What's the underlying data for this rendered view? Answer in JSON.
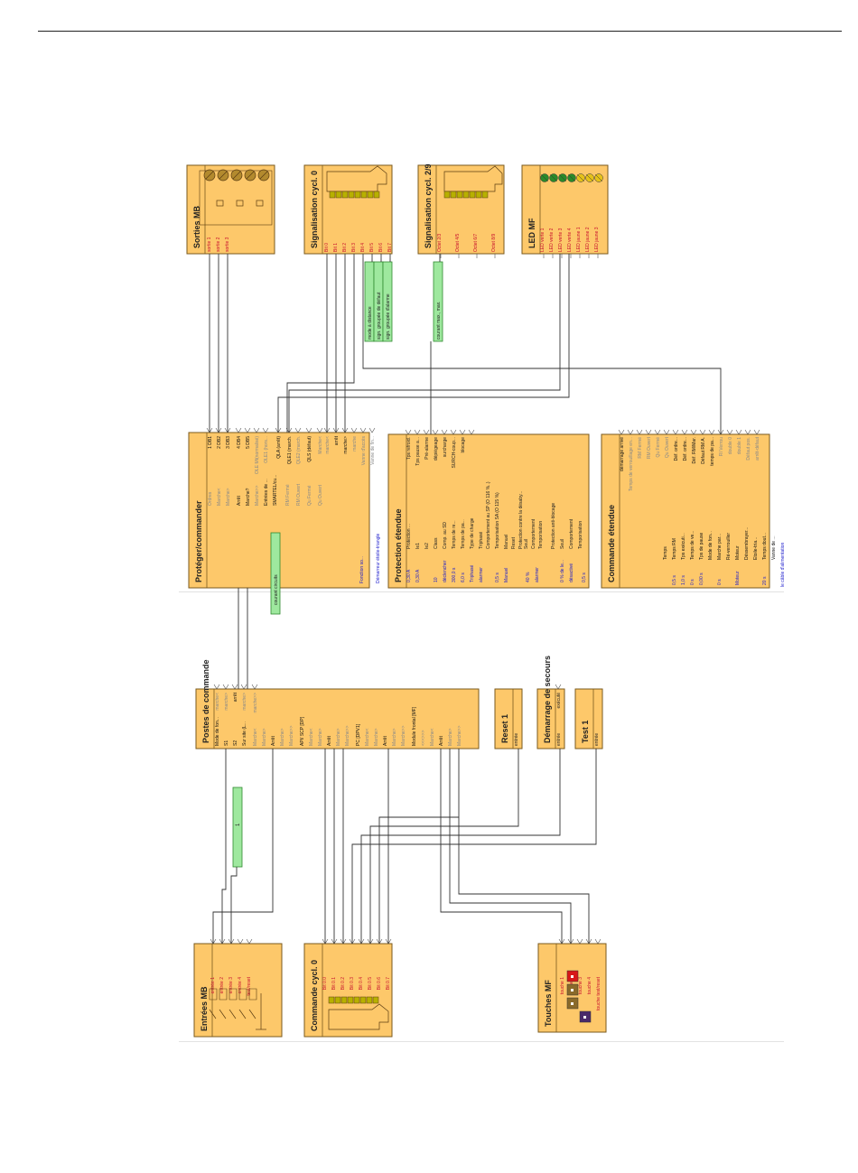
{
  "blocks": {
    "sorties_mb": {
      "title": "Sorties MB",
      "pins": [
        "sortie 1",
        "sortie 2",
        "sortie 3"
      ]
    },
    "sign_cycl0": {
      "title": "Signalisation cycl. 0",
      "pins": [
        "Bit 0",
        "Bit 1",
        "Bit 2",
        "Bit 3",
        "Bit 4",
        "Bit 5",
        "Bit 6",
        "Bit 7"
      ]
    },
    "sign_cycl29": {
      "title": "Signalisation cycl. 2/9",
      "pins": [
        "Octet 2/3",
        "Octet 4/5",
        "Octet 6/7",
        "Octet 8/9"
      ]
    },
    "led_mf": {
      "title": "LED MF",
      "pins": [
        "LED verte 1",
        "LED verte 2",
        "LED verte 3",
        "LED verte 4",
        "LED jaune 1",
        "LED jaune 2",
        "LED jaune 3"
      ]
    },
    "proteger": {
      "title": "Protéger/commander",
      "left_pins": [
        "Ordres",
        "Marche<",
        "Marche>",
        "Arrêt",
        "Marche?",
        "Marche>>",
        "Entrées de ...",
        "SMARTEL/cu...",
        "RM Fermé",
        "RM Ouvert",
        "Qu Fermé",
        "Qu Ouvert",
        "Fonction so...",
        "Démarreur étoile-triangle"
      ],
      "right_pins": [
        "1 DB1",
        "2 DB2",
        "3 DB3",
        "4 DB4",
        "5 DB5",
        "OLE Mt(normalisé)",
        "OLE1 (hors...",
        "QLA (arrêt)",
        "QLE1 (march.",
        "QLE2 (march.",
        "QLS (défaut)",
        "Marche<",
        "marche<",
        "arrêt",
        "marche>",
        "marche",
        "Vanne d'accès",
        "Vanne de fin..."
      ]
    },
    "protection": {
      "title": "Protection étendue",
      "left_pins": [
        "Protection ...",
        "Ie1",
        "Ie2",
        "Class",
        "Comp. au SD",
        "Temps de re...",
        "Temps de pa...",
        "Type de charge",
        "Triphasé",
        "Comportement au SP (O 116 %..)",
        "Temporisation SA (O 115 %)",
        "Manuel",
        "Reset",
        "Protection contre la désaby...",
        "Seuil",
        "Comportement",
        "Temporisation",
        "Protection anti-blocage",
        "Seuil",
        "Comportement",
        "Temporisation"
      ],
      "left_values": [
        "0,30 A",
        "0,30 A",
        "10",
        "déclencher",
        "300,0 s",
        "6,0 s",
        "Triphasé",
        "alarmer",
        "0,5 s",
        "Manuel",
        "40 %",
        "alarmer",
        "0 % de le...",
        "désactivé",
        "0,5 s"
      ],
      "right_pins": [
        "Tps refroid.",
        "Tps pause a...",
        "Pré-alarme",
        "dépiégeage",
        "surcharge",
        "SURCH-coup...",
        "blocage"
      ]
    },
    "commande_etendue": {
      "title": "Commande étendue",
      "right_pins": [
        "démarrage arrivé",
        "Temps de verrouillage en...",
        "RM Fermé",
        "RM Ouvert",
        "Qu Fermé",
        "Qu Ouvert",
        "Déf. ordre...",
        "Déf. ordre...",
        "Déf. RM/Mar.",
        "Défaut RM A.",
        "temps de pa...",
        "RI Verrou",
        "double 0",
        "double 1",
        "Défaut pos.",
        "arrêt-défaut"
      ],
      "left_pins": [
        "Temps",
        "Temps RM",
        "Tps exécuti...",
        "Temps de ve...",
        "Tps de pause",
        "Mode de fon...",
        "Marche par...",
        "Ré-verrouiller",
        "Moteur",
        "Déssembrayer...",
        "Etoile-tria...",
        "Temps dout...",
        "Vanne de ...",
        "le câble d'alimentation"
      ],
      "left_values": [
        "0,5 s",
        "1,0 s",
        "0 s",
        "0,00 s",
        "0 s",
        "Moteur",
        "20 s"
      ]
    },
    "postes": {
      "title": "Postes de commande",
      "pins": [
        "Mode de fon...",
        "S1",
        "S2",
        "Sur site (L...",
        "Marche<",
        "Marche>",
        "Arrêt",
        "Marche>",
        "Marche>>",
        "API/ SCP [DP]",
        "Marche<",
        "Marche>",
        "Arrêt",
        "Marche>",
        "Marche>>",
        "PC [DPV1]",
        "Marche<",
        "Marche>",
        "Arrêt",
        "Marche>",
        "Marche>>",
        "Module frontal [MF]",
        "<<<>>>",
        "Marche<",
        "Arrêt",
        "Marche>",
        "Marche>>"
      ],
      "right_pins": [
        "marche<",
        "marche>",
        "arrêt",
        "marche>",
        "marche>>"
      ]
    },
    "reset1": {
      "title": "Reset 1",
      "pin": "entrée"
    },
    "demarrage": {
      "title": "Démarrage de secours",
      "pins": [
        "entrée",
        "exécuté"
      ]
    },
    "test1": {
      "title": "Test 1",
      "pin": "entrée"
    },
    "entrees_mb": {
      "title": "Entrées MB",
      "pins": [
        "entrée 1",
        "entrée 2",
        "entrée 3",
        "entrée 4",
        "test/reset"
      ]
    },
    "commande_cycl0": {
      "title": "Commande cycl. 0",
      "pins": [
        "Bit 0.0",
        "Bit 0.1",
        "Bit 0.2",
        "Bit 0.3",
        "Bit 0.4",
        "Bit 0.5",
        "Bit 0.6",
        "Bit 0.7"
      ]
    },
    "touches_mf": {
      "title": "Touches MF",
      "pins": [
        "touche 1",
        "touche 2",
        "touche 3",
        "touche 4",
        "touche test/reset"
      ]
    }
  },
  "green_labels": {
    "mode_distance": "mode à distance",
    "sign_groupee_defaut": "sign. groupée de défaut",
    "sign_groupee_alarme": "sign. groupée d'alarme",
    "courant_max": "courant max., max.",
    "courant_circuits": "courant circuits",
    "postes_green": "1"
  },
  "colors": {
    "block_fill": "#fdc86a",
    "block_stroke": "#7a5a1e",
    "green": "#9ee89e",
    "blue_text": "#1a1acc",
    "red_text": "#c8102e"
  }
}
